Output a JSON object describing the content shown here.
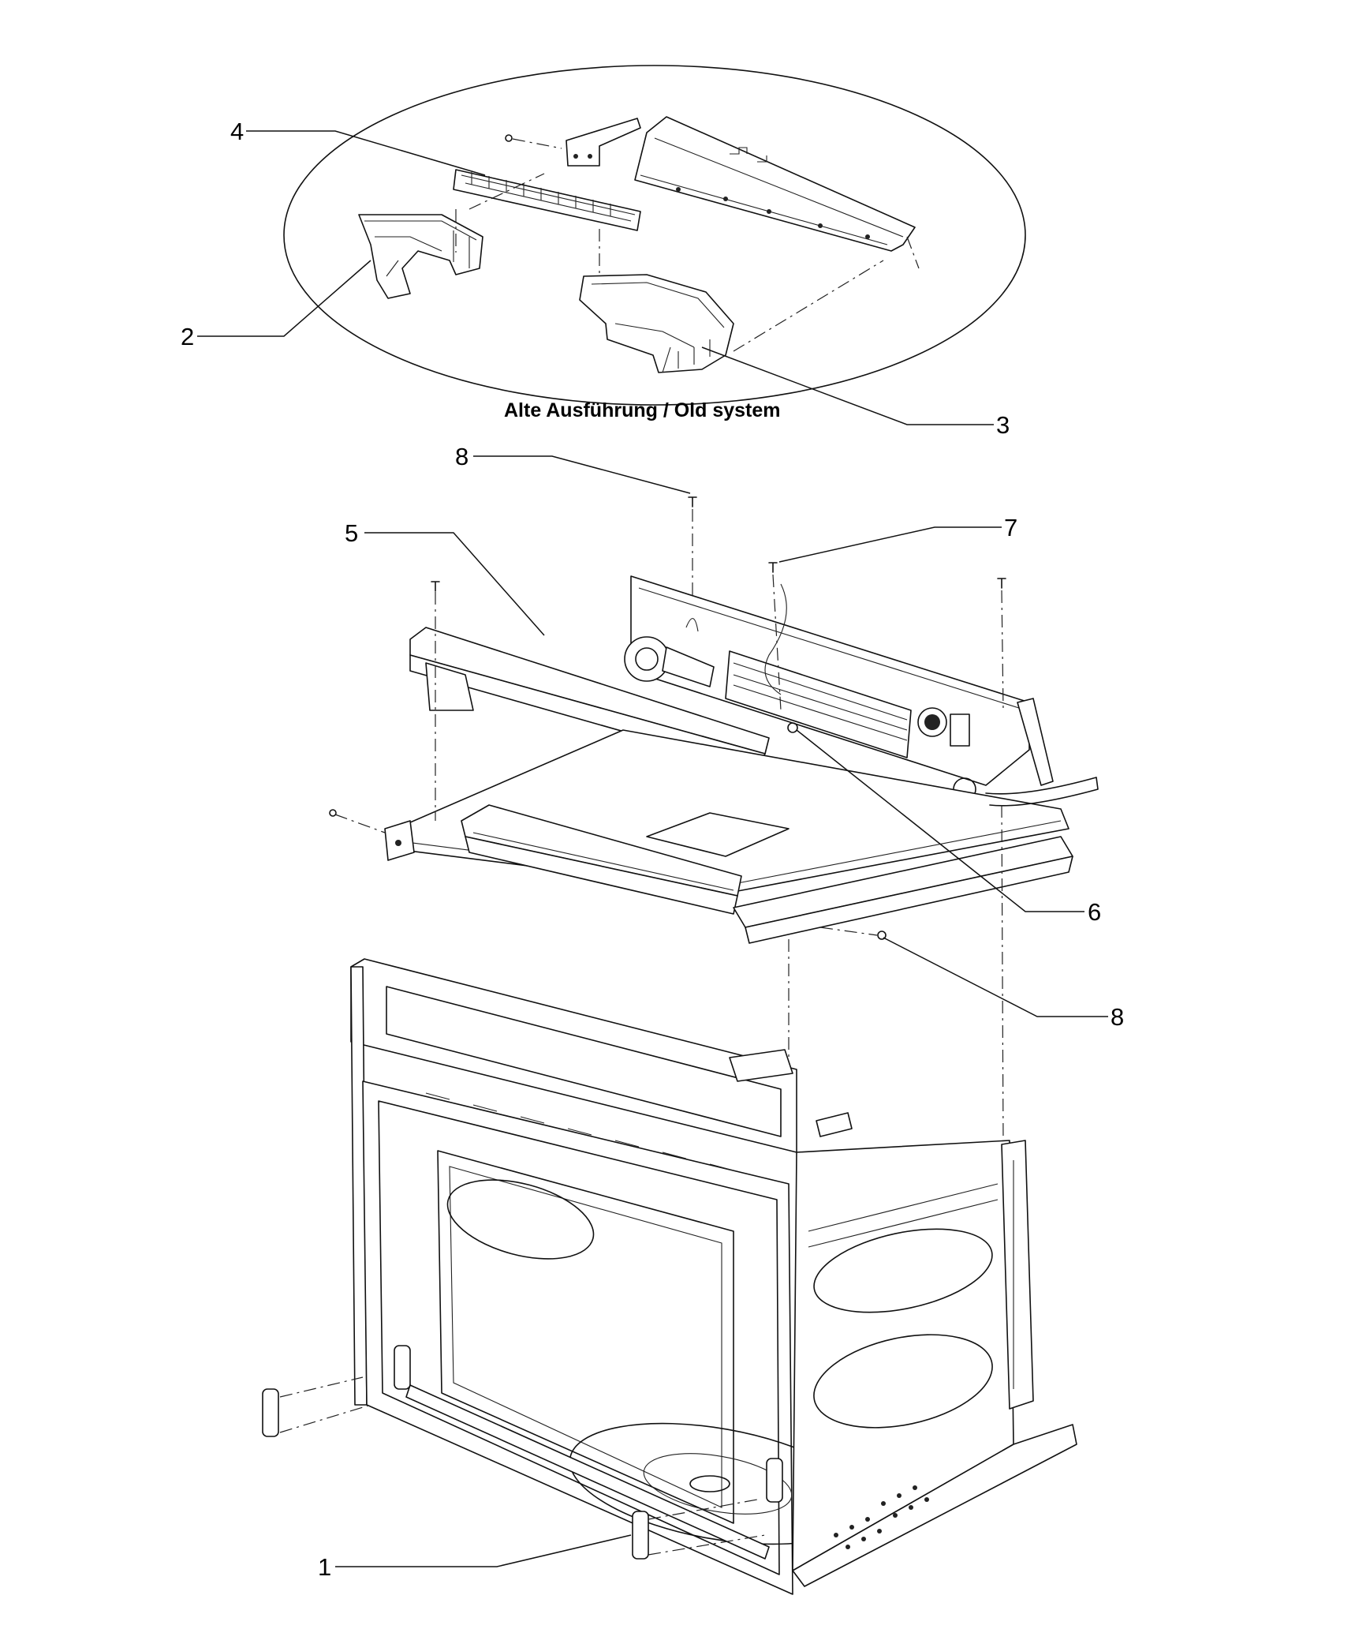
{
  "old_system_caption": "Alte Ausführung / Old system",
  "callouts": {
    "c1": "1",
    "c2": "2",
    "c3": "3",
    "c4": "4",
    "c5": "5",
    "c6": "6",
    "c7": "7",
    "c8_top": "8",
    "c8_bottom": "8"
  }
}
